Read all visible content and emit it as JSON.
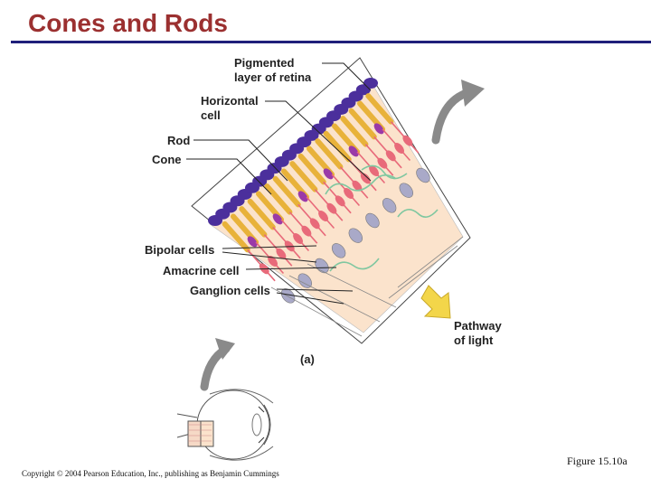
{
  "slide": {
    "title": "Cones and Rods",
    "figure_label": "Figure 15.10a",
    "copyright": "Copyright © 2004 Pearson Education, Inc., publishing as Benjamin Cummings"
  },
  "diagram": {
    "labels": {
      "pigmented_line1": "Pigmented",
      "pigmented_line2": "layer of retina",
      "horizontal_line1": "Horizontal",
      "horizontal_line2": "cell",
      "rod": "Rod",
      "cone": "Cone",
      "bipolar": "Bipolar cells",
      "amacrine": "Amacrine cell",
      "ganglion": "Ganglion cells",
      "pathway_line1": "Pathway",
      "pathway_line2": "of light",
      "panel": "(a)"
    },
    "colors": {
      "pigment": "#4b2f9c",
      "rod_cone": "#e8b23a",
      "bipolar": "#e86a7a",
      "cone_tip": "#9a3aa8",
      "ganglion": "#a9a9c8",
      "horizontal": "#7fc7a0",
      "tissue": "#fbe3cc",
      "light_arrow": "#f3d64a",
      "grey_arrow": "#8a8a8a"
    }
  }
}
